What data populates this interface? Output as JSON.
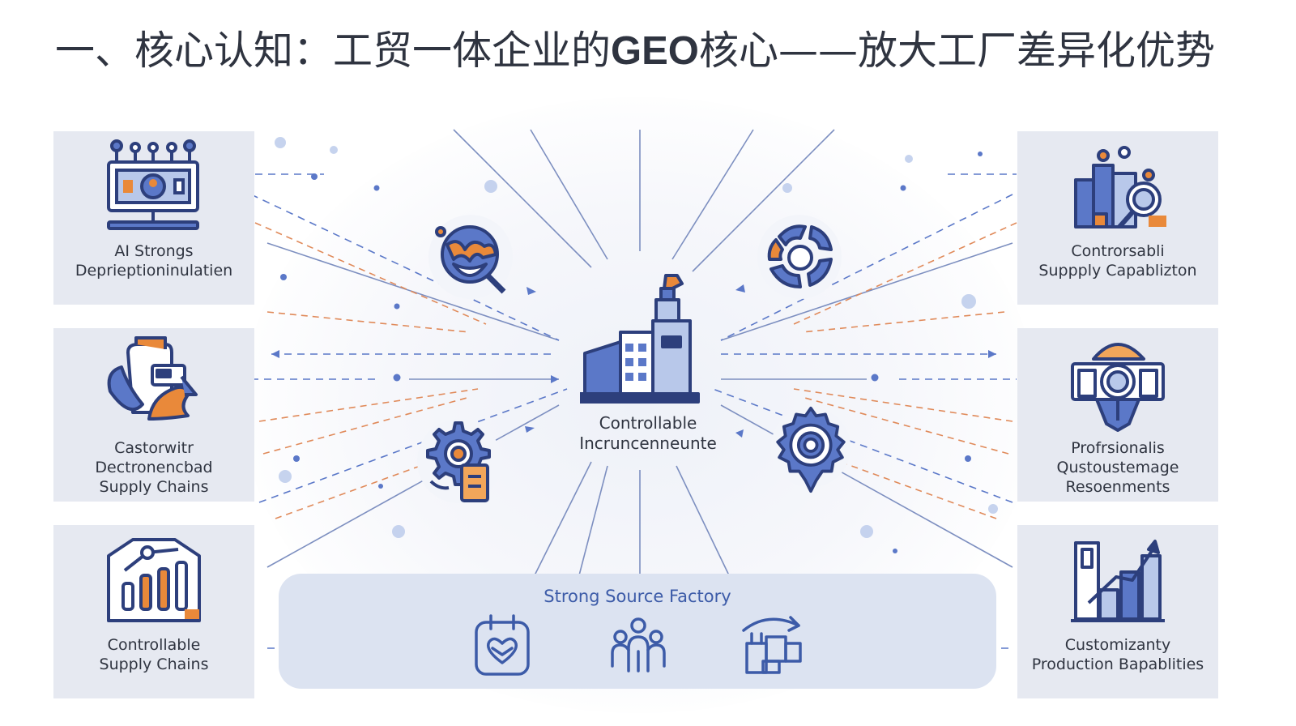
{
  "title": {
    "prefix": "一、核心认知：工贸一体企业的",
    "highlight": "GEO",
    "suffix": "核心——放大工厂差异化优势"
  },
  "cards": [
    {
      "id": "ai",
      "label": "AI Strongs\nDeprieptioninulatien",
      "icon": "monitor-search-icon"
    },
    {
      "id": "castorwitr",
      "label": "Castorwitr\nDectronencbad\nSupply Chains",
      "icon": "hand-document-icon"
    },
    {
      "id": "supply",
      "label": "Controllable\nSupply Chains",
      "icon": "bar-chart-icon"
    },
    {
      "id": "capability",
      "label": "Controrsabli\nSuppply Capablizton",
      "icon": "inventory-search-icon"
    },
    {
      "id": "prof",
      "label": "Profrsionalis\nQustoustemage\nResoenments",
      "icon": "profile-board-icon"
    },
    {
      "id": "custom",
      "label": "Customizanty\nProduction Bapablities",
      "icon": "growth-chart-icon"
    }
  ],
  "center": {
    "label": "Controllable\nIncruncenneunte",
    "icon": "factory-icon"
  },
  "hub_icons": [
    "globe-search-icon",
    "cycle-arrows-icon",
    "gear-document-icon",
    "compass-gear-icon"
  ],
  "source": {
    "title": "Strong Source Factory",
    "icons": [
      "calendar-heart-icon",
      "team-icon",
      "warehouse-boxes-icon"
    ]
  },
  "colors": {
    "navy": "#2d3f7c",
    "blue": "#5b78c8",
    "light_blue": "#b8c8ea",
    "orange": "#e9893a",
    "card_bg": "#e6e9f1",
    "panel_bg": "#dce3f1",
    "text": "#2f3440"
  }
}
